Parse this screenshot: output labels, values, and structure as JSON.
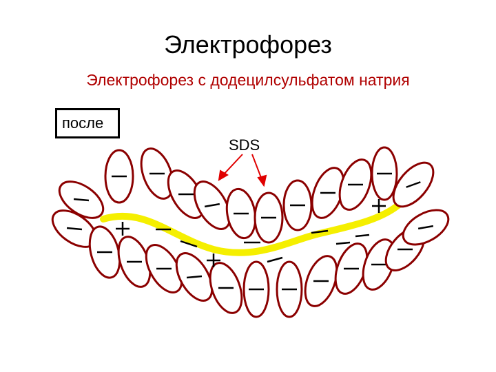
{
  "title": "Электрофорез",
  "subtitle": "Электрофорез с додецилсульфатом натрия",
  "state_label": "после",
  "sds_label": "SDS",
  "colors": {
    "subtitle": "#b00000",
    "molecule_outline": "#8b0000",
    "chain": "#f5ef00",
    "arrow": "#e00000",
    "charge": "#000000"
  }
}
